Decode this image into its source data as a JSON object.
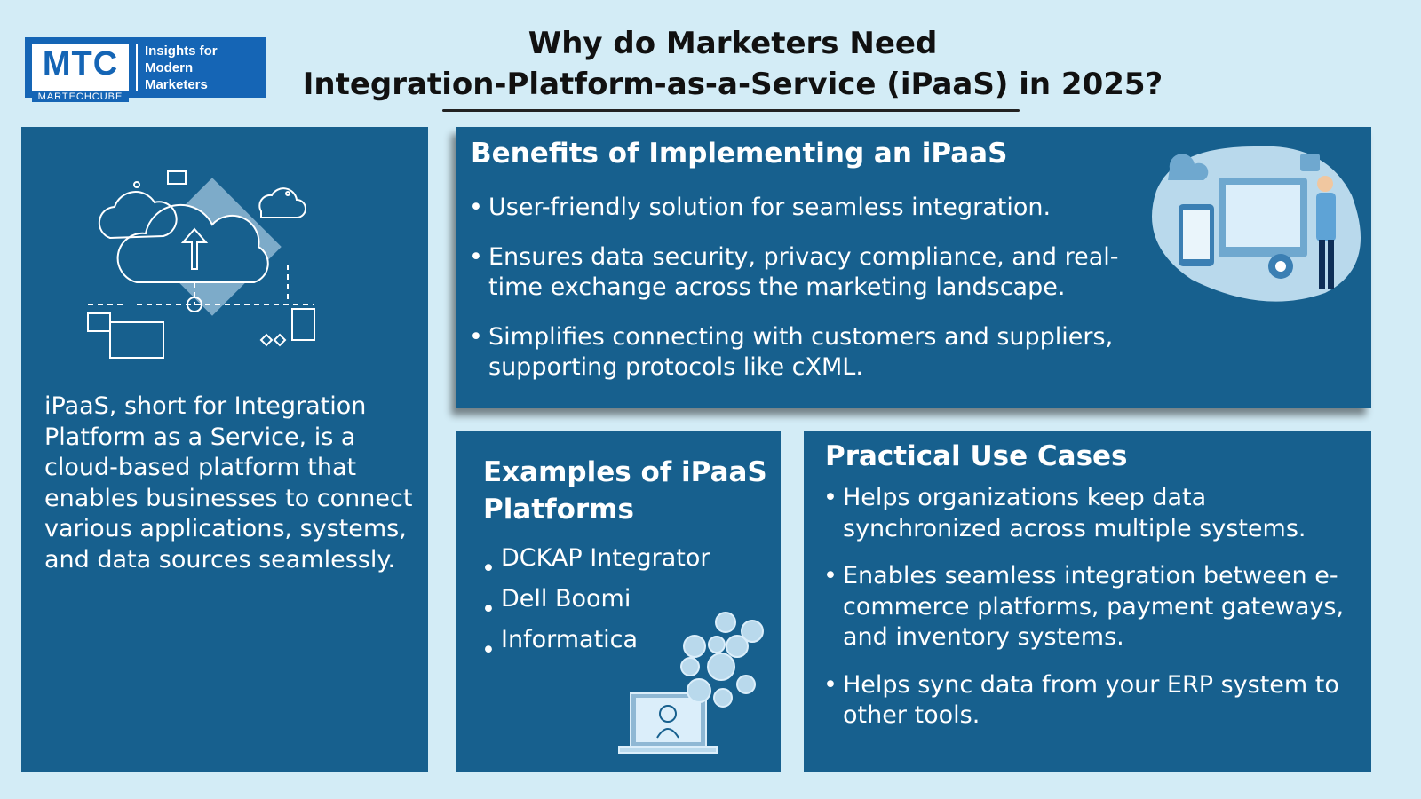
{
  "logo": {
    "mark": "MTC",
    "name": "MARTECHCUBE",
    "tagline_line1": "Insights for",
    "tagline_line2": "Modern Marketers"
  },
  "header": {
    "title_line1": "Why do Marketers Need",
    "title_line2": "Integration-Platform-as-a-Service (iPaaS) in 2025?"
  },
  "intro": {
    "text": "iPaaS, short for Integration Platform as a Service, is a cloud-based platform that enables businesses to connect various applications, systems, and data sources seamlessly."
  },
  "benefits": {
    "heading": "Benefits of Implementing an iPaaS",
    "items": [
      "User-friendly solution for seamless integration.",
      "Ensures data security, privacy compliance, and real-time exchange across the marketing landscape.",
      "Simplifies connecting with customers and suppliers, supporting protocols like cXML."
    ]
  },
  "examples": {
    "heading": "Examples of iPaaS Platforms",
    "items": [
      "DCKAP Integrator",
      "Dell Boomi",
      "Informatica"
    ]
  },
  "use_cases": {
    "heading": "Practical Use Cases",
    "items": [
      "Helps organizations keep data synchronized across multiple systems.",
      "Enables seamless integration between e-commerce platforms, payment gateways, and inventory systems.",
      "Helps sync data from your ERP system to other tools."
    ]
  },
  "colors": {
    "background": "#d3ecf6",
    "panel": "#17608e",
    "logo": "#1565b5"
  }
}
